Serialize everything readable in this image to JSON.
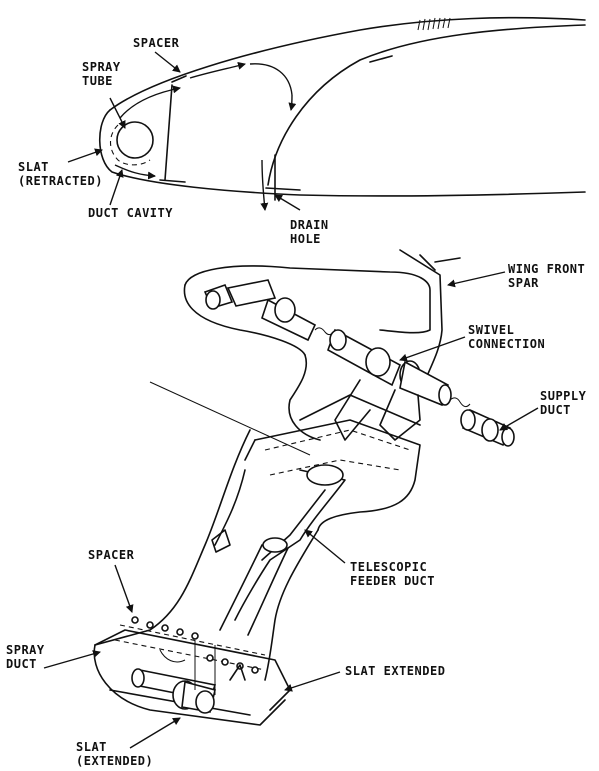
{
  "labels": {
    "spacer_top": "SPACER",
    "spray_tube": "SPRAY\nTUBE",
    "slat_retracted": "SLAT\n(RETRACTED)",
    "duct_cavity": "DUCT CAVITY",
    "drain_hole": "DRAIN\nHOLE",
    "wing_front_spar": "WING FRONT\nSPAR",
    "swivel_connection": "SWIVEL\nCONNECTION",
    "supply_duct": "SUPPLY\nDUCT",
    "telescopic_feeder_duct": "TELESCOPIC\nFEEDER DUCT",
    "spacer_bottom": "SPACER",
    "spray_duct": "SPRAY\nDUCT",
    "slat_extended": "SLAT EXTENDED",
    "slat_extended_bottom": "SLAT\n(EXTENDED)"
  }
}
